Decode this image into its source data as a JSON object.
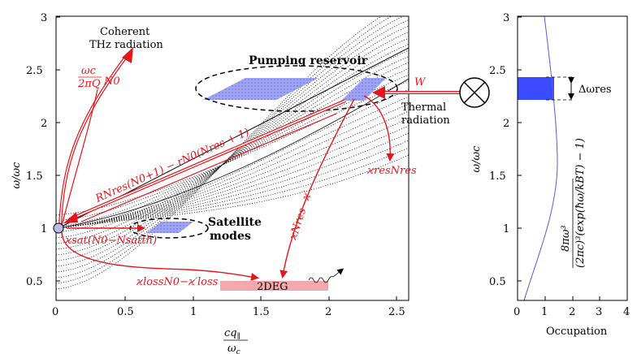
{
  "main_plot": {
    "x_ticks": [
      "0",
      "0.5",
      "1",
      "1.5",
      "2",
      "2.5"
    ],
    "y_ticks": [
      "0.5",
      "1",
      "1.5",
      "2",
      "2.5",
      "3"
    ],
    "xlabel_num": "cq",
    "xlabel_sub": "∥",
    "xlabel_den": "ω",
    "xlabel_den_sub": "c",
    "ylabel": "ω/ωc"
  },
  "side_plot": {
    "x_ticks": [
      "0",
      "1",
      "2",
      "3",
      "4"
    ],
    "y_ticks": [
      "0.5",
      "1",
      "1.5",
      "2",
      "2.5",
      "3"
    ],
    "xlabel": "Occupation",
    "ylabel": "ω/ωc",
    "delta_label": "Δωres"
  },
  "labels": {
    "coherent_1": "Coherent",
    "coherent_2": "THz radiation",
    "pumping": "Pumping reservoir",
    "thermal_1": "Thermal",
    "thermal_2": "radiation",
    "w_label": "W",
    "satellite_1": "Satellite",
    "satellite_2": "modes",
    "twodeg": "2DEG",
    "gain_term": "RNres(N0+1) − rN0(Nres + 1)",
    "res_loss": "ϰresNres",
    "sat_term": "ϰsat(N0−Nsatth)",
    "loss_term": "ϰlossN0−ϰ′loss",
    "kappa_res_term": "ϰNres−ϰ′",
    "emission_frac_num": "ωc",
    "emission_frac_den": "2πQ",
    "emission_n0": "N0"
  },
  "colors": {
    "red": "#e8141c",
    "blue_fill": "#9aa0f2",
    "blue_line": "#5a5ad8",
    "pink": "#f4a7ac"
  }
}
